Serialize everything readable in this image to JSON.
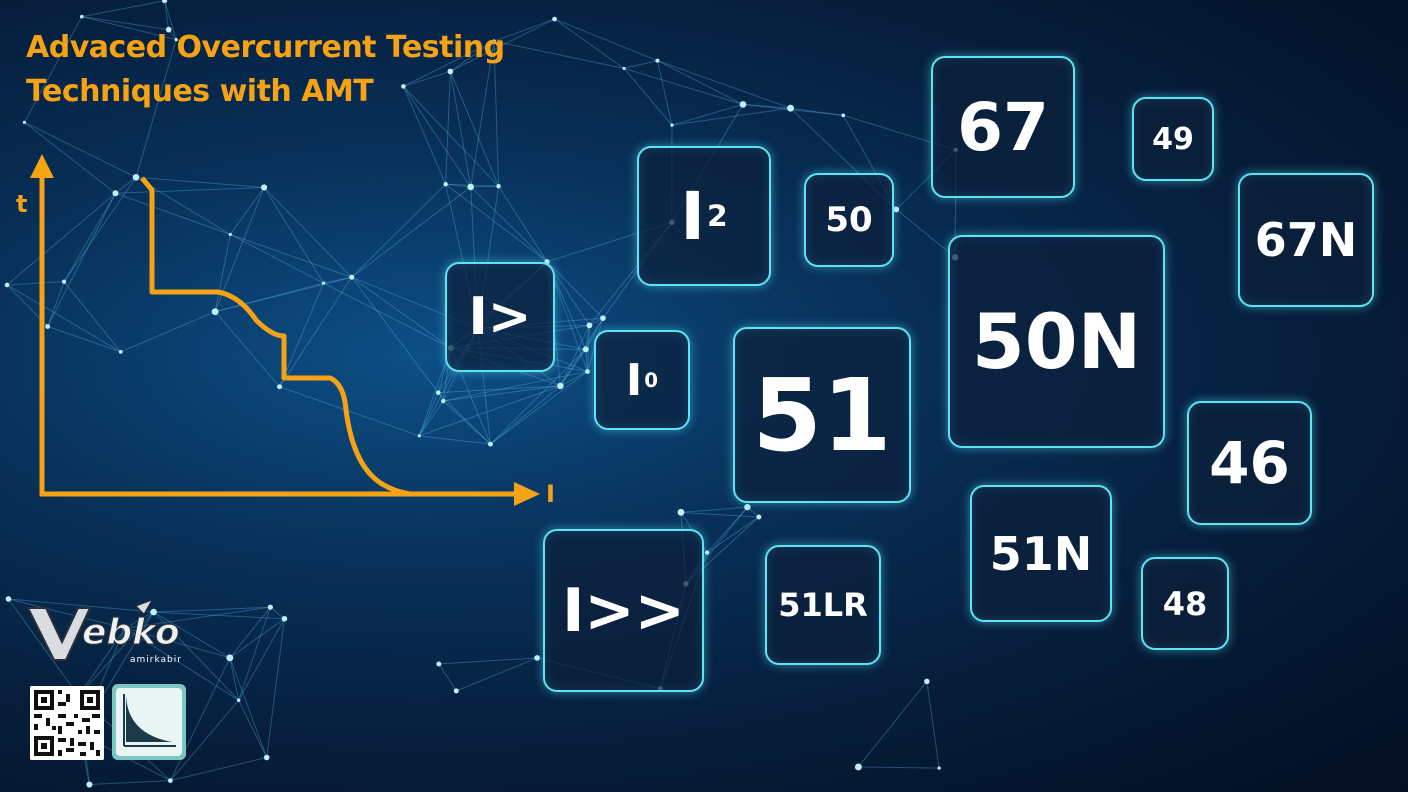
{
  "title": {
    "line1": "Advaced Overcurrent Testing",
    "line2": "Techniques with AMT"
  },
  "graph": {
    "y_axis_label": "t",
    "x_axis_label": "I"
  },
  "tiles": [
    {
      "id": "i-over",
      "text": "I>"
    },
    {
      "id": "i2",
      "main": "I",
      "sub": "2"
    },
    {
      "id": "50",
      "text": "50"
    },
    {
      "id": "67",
      "text": "67"
    },
    {
      "id": "49",
      "text": "49"
    },
    {
      "id": "67n",
      "text": "67N"
    },
    {
      "id": "i0",
      "main": "I",
      "sub": "0"
    },
    {
      "id": "51",
      "text": "51"
    },
    {
      "id": "50n",
      "text": "50N"
    },
    {
      "id": "46",
      "text": "46"
    },
    {
      "id": "51n",
      "text": "51N"
    },
    {
      "id": "48",
      "text": "48"
    },
    {
      "id": "i-over-over",
      "text": "I>>"
    },
    {
      "id": "51lr",
      "text": "51LR"
    }
  ],
  "brand": {
    "logo_text": "Vebko",
    "logo_subtext": "amirkabir"
  },
  "colors": {
    "accent": "#f5a215",
    "tile_border": "#5fe3f2",
    "background": "#061d3a"
  },
  "icons": [
    "qr-code-icon",
    "curve-app-icon"
  ]
}
